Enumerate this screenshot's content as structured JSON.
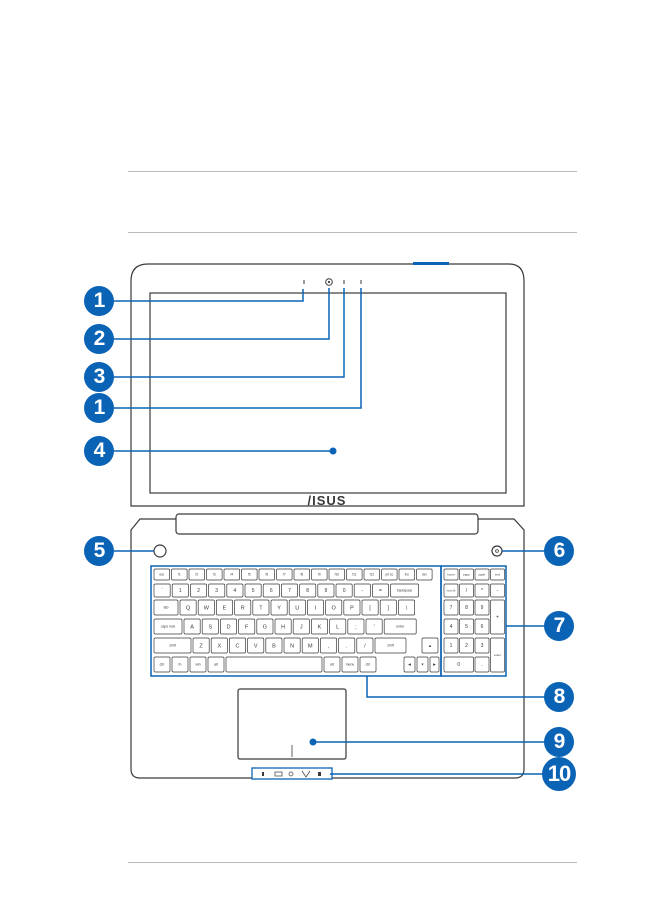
{
  "brand": "/ISUS",
  "callouts": [
    {
      "n": "1",
      "target": "microphone-left"
    },
    {
      "n": "2",
      "target": "camera"
    },
    {
      "n": "3",
      "target": "camera-indicator"
    },
    {
      "n": "1",
      "target": "microphone-right"
    },
    {
      "n": "4",
      "target": "display-panel"
    },
    {
      "n": "5",
      "target": "power-button-left"
    },
    {
      "n": "6",
      "target": "power-button-right"
    },
    {
      "n": "7",
      "target": "numeric-keypad"
    },
    {
      "n": "8",
      "target": "keyboard"
    },
    {
      "n": "9",
      "target": "touchpad"
    },
    {
      "n": "10",
      "target": "status-indicators"
    }
  ],
  "colors": {
    "accent": "#0a63b5",
    "outline": "#3a3a3a",
    "rule": "#b9b9b9"
  },
  "keyboard": {
    "row_f": [
      "esc",
      "f1",
      "f2",
      "f3",
      "f4",
      "f5",
      "f6",
      "f7",
      "f8",
      "f9",
      "f10",
      "f11",
      "f12",
      "prt sc",
      "ins",
      "del"
    ],
    "row_num": [
      "`",
      "1",
      "2",
      "3",
      "4",
      "5",
      "6",
      "7",
      "8",
      "9",
      "0",
      "-",
      "=",
      "backspace"
    ],
    "row_q": [
      "tab",
      "Q",
      "W",
      "E",
      "R",
      "T",
      "Y",
      "U",
      "I",
      "O",
      "P",
      "[",
      "]",
      "\\"
    ],
    "row_a": [
      "caps lock",
      "A",
      "S",
      "D",
      "F",
      "G",
      "H",
      "J",
      "K",
      "L",
      ";",
      "'",
      "enter"
    ],
    "row_z": [
      "shift",
      "Z",
      "X",
      "C",
      "V",
      "B",
      "N",
      "M",
      ",",
      ".",
      "/",
      "shift"
    ],
    "row_b": [
      "ctrl",
      "fn",
      "win",
      "alt",
      "",
      "alt",
      "menu",
      "ctrl"
    ],
    "numpad_top": [
      "home",
      "pgup",
      "pgdn",
      "end"
    ],
    "numpad": [
      "num lk",
      "/",
      "*",
      "-",
      "7",
      "8",
      "9",
      "+",
      "4",
      "5",
      "6",
      "1",
      "2",
      "3",
      "enter",
      "0",
      "."
    ]
  }
}
